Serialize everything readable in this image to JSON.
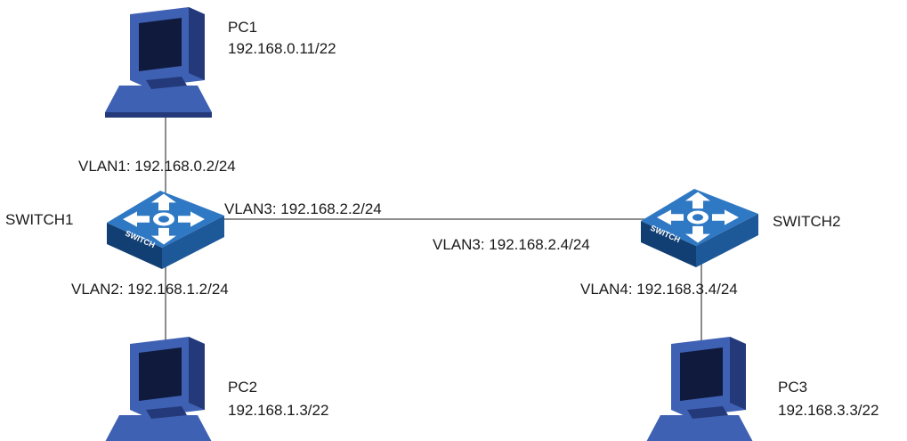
{
  "colors": {
    "link": "#8c8c8c",
    "switch_top": "#2f78c4",
    "switch_side": "#1d5898",
    "switch_front": "#123f73",
    "pc_body": "#3f61b3",
    "pc_dark": "#23397a",
    "pc_screen": "#0f1a3d"
  },
  "pc1": {
    "name": "PC1",
    "ip": "192.168.0.11/22",
    "icon": "computer-icon"
  },
  "pc2": {
    "name": "PC2",
    "ip": "192.168.1.3/22",
    "icon": "computer-icon"
  },
  "pc3": {
    "name": "PC3",
    "ip": "192.168.3.3/22",
    "icon": "computer-icon"
  },
  "switch1": {
    "name": "SWITCH1",
    "badge": "SWITCH",
    "icon": "switch-icon"
  },
  "switch2": {
    "name": "SWITCH2",
    "badge": "SWITCH",
    "icon": "switch-icon"
  },
  "interfaces": {
    "sw1_vlan1": "VLAN1: 192.168.0.2/24",
    "sw1_vlan2": "VLAN2: 192.168.1.2/24",
    "sw1_vlan3": "VLAN3: 192.168.2.2/24",
    "sw2_vlan3": "VLAN3: 192.168.2.4/24",
    "sw2_vlan4": "VLAN4: 192.168.3.4/24"
  }
}
